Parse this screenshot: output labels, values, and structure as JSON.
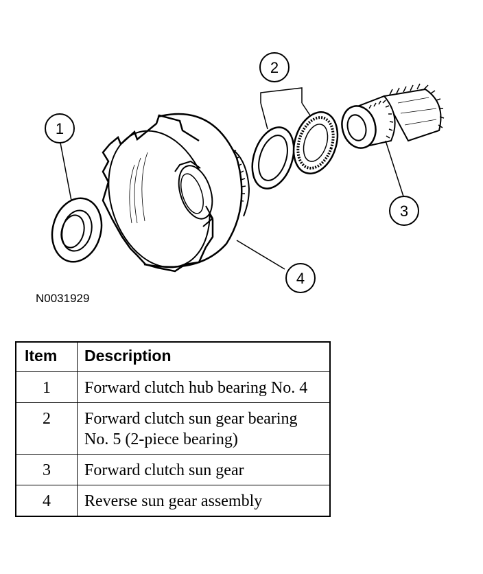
{
  "figure": {
    "id": "N0031929",
    "callouts": [
      "1",
      "2",
      "3",
      "4"
    ]
  },
  "legend": {
    "headers": {
      "item": "Item",
      "description": "Description"
    },
    "rows": [
      {
        "item": "1",
        "description": "Forward clutch hub bearing No. 4"
      },
      {
        "item": "2",
        "description": "Forward clutch sun gear bearing No. 5 (2-piece bearing)"
      },
      {
        "item": "3",
        "description": "Forward clutch sun gear"
      },
      {
        "item": "4",
        "description": "Reverse sun gear assembly"
      }
    ]
  }
}
